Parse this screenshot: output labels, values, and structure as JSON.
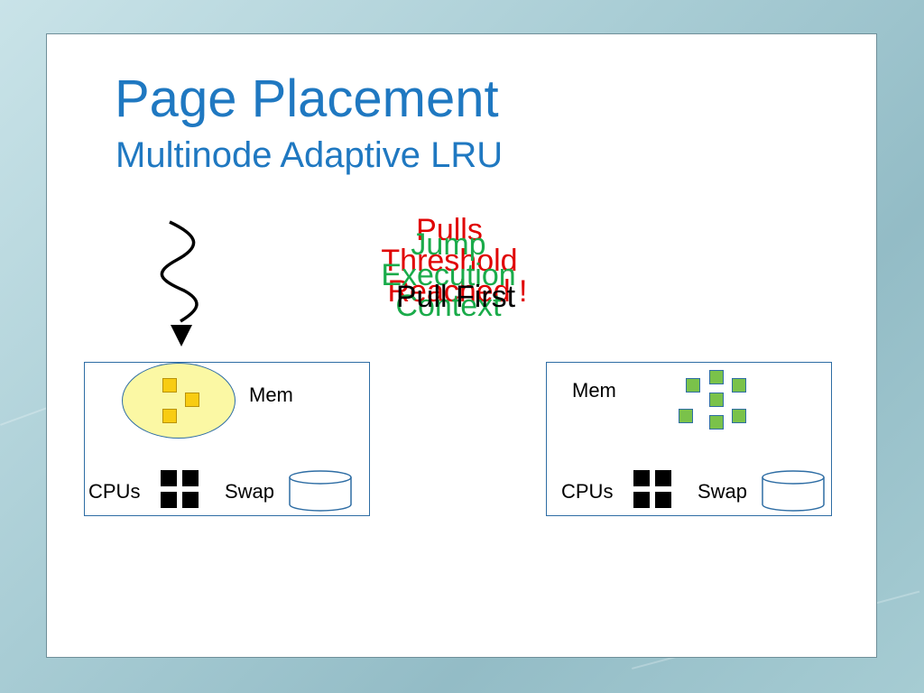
{
  "title": "Page Placement",
  "subtitle": "Multinode Adaptive LRU",
  "overlapping_text": {
    "pulls_threshold_reached": [
      "Pulls",
      "Threshold",
      "Reached !"
    ],
    "jump_execution_context": [
      "Jump",
      "Execution",
      "Context"
    ],
    "pull_first": "Pull First"
  },
  "node_left": {
    "mem_label": "Mem",
    "cpus_label": "CPUs",
    "swap_label": "Swap"
  },
  "node_right": {
    "mem_label": "Mem",
    "cpus_label": "CPUs",
    "swap_label": "Swap"
  },
  "colors": {
    "title": "#1f78c1",
    "red_text": "#e00000",
    "green_text": "#1aab4a",
    "yellow_page": "#f8cc12",
    "green_page": "#7ac24a",
    "ellipse": "#fbf8a4",
    "node_border": "#2e6da4"
  },
  "icons": [
    "wavy-arrow-icon",
    "page-square-icon",
    "cpu-square-icon",
    "disk-cylinder-icon"
  ]
}
